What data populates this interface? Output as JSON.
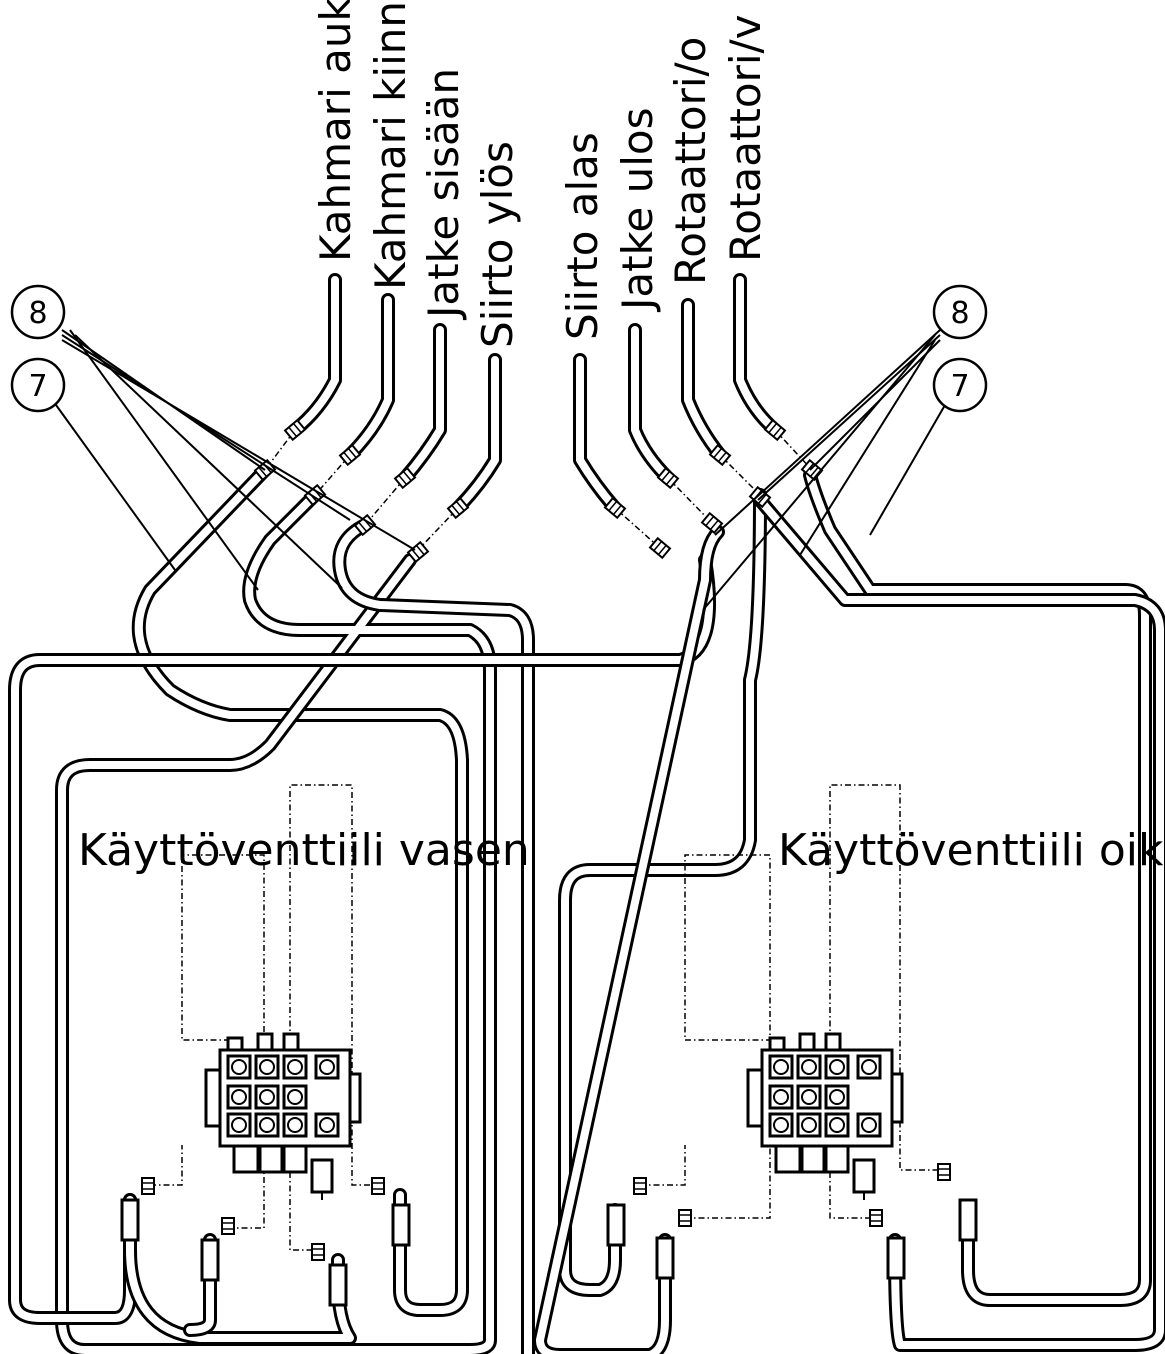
{
  "labels": {
    "kahmari_auki": "Kahmari auki",
    "kahmari_kiinni": "Kahmari kiinni",
    "jatke_sisaan": "Jatke sisään",
    "siirto_ylos": "Siirto ylös",
    "siirto_alas": "Siirto alas",
    "jatke_ulos": "Jatke ulos",
    "rotaattori_o": "Rotaattori/o",
    "rotaattori_v": "Rotaattori/v"
  },
  "valve_left": "Käyttöventtiili vasen",
  "valve_right": "Käyttöventtiili oikea",
  "callouts": {
    "left_top": "8",
    "left_bottom": "7",
    "right_top": "8",
    "right_bottom": "7"
  }
}
